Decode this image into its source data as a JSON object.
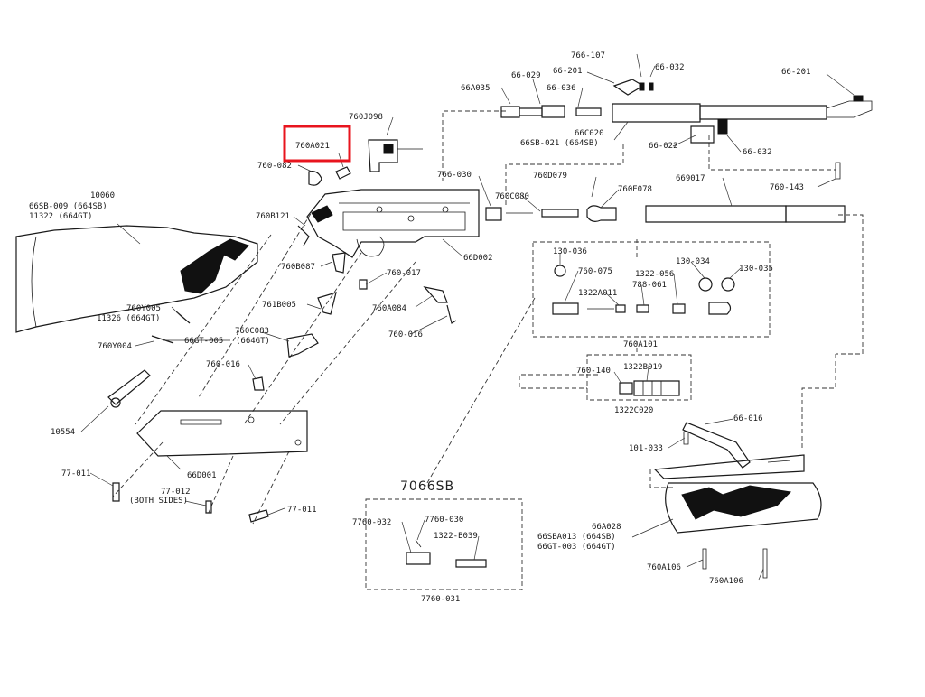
{
  "diagram": {
    "highlight_color": "#e8141e",
    "kit_title": "7066SB",
    "labels": {
      "l_766_107": "766-107",
      "l_66_032_top": "66-032",
      "l_66_201_right": "66-201",
      "l_66_029": "66-029",
      "l_66_201_mid": "66-201",
      "l_66a035": "66A035",
      "l_66_036": "66-036",
      "l_760j098": "760J098",
      "l_760a021": "760A021",
      "l_66c020": "66C020",
      "l_66sb_021": "66SB-021 (664SB)",
      "l_66_022": "66-022",
      "l_66_032_low": "66-032",
      "l_760_082": "760-082",
      "l_766_030": "766-030",
      "l_760d079": "760D079",
      "l_669017": "669017",
      "l_760_143": "760-143",
      "l_10060": "10060",
      "l_66sb_009": "66SB-009 (664SB)",
      "l_11322": "11322 (664GT)",
      "l_760b121": "760B121",
      "l_760c080": "760C080",
      "l_760e078": "760E078",
      "l_66d002": "66D002",
      "l_760b087": "760B087",
      "l_760_017": "760-017",
      "l_130_036": "130-036",
      "l_760_075": "760-075",
      "l_130_034": "130-034",
      "l_130_035": "130-035",
      "l_1322_056": "1322-056",
      "l_788_061": "788-061",
      "l_1322a011": "1322A011",
      "l_760a101": "760A101",
      "l_761b005": "761B005",
      "l_760a084": "760A084",
      "l_760y005": "760Y005",
      "l_11326": "11326 (664GT)",
      "l_760c083": "760C083",
      "l_664gt_c083": "(664GT)",
      "l_66gt_005": "66GT-005",
      "l_760y004": "760Y004",
      "l_760_016_a": "760-016",
      "l_760_016_b": "760-016",
      "l_760_140": "760-140",
      "l_1322b019": "1322B019",
      "l_1322c020": "1322C020",
      "l_66_016": "66-016",
      "l_101_033": "101-033",
      "l_10554": "10554",
      "l_66d001": "66D001",
      "l_77_011_a": "77-011",
      "l_77_012": "77-012",
      "l_both_sides": "(BOTH SIDES)",
      "l_77_011_b": "77-011",
      "l_7760_032": "7760-032",
      "l_7760_030": "7760-030",
      "l_1322_b039": "1322-B039",
      "l_7760_031": "7760-031",
      "l_66a028": "66A028",
      "l_66sba013": "66SBA013 (664SB)",
      "l_66gt_003": "66GT-003 (664GT)",
      "l_760a106_a": "760A106",
      "l_760a106_b": "760A106"
    }
  }
}
